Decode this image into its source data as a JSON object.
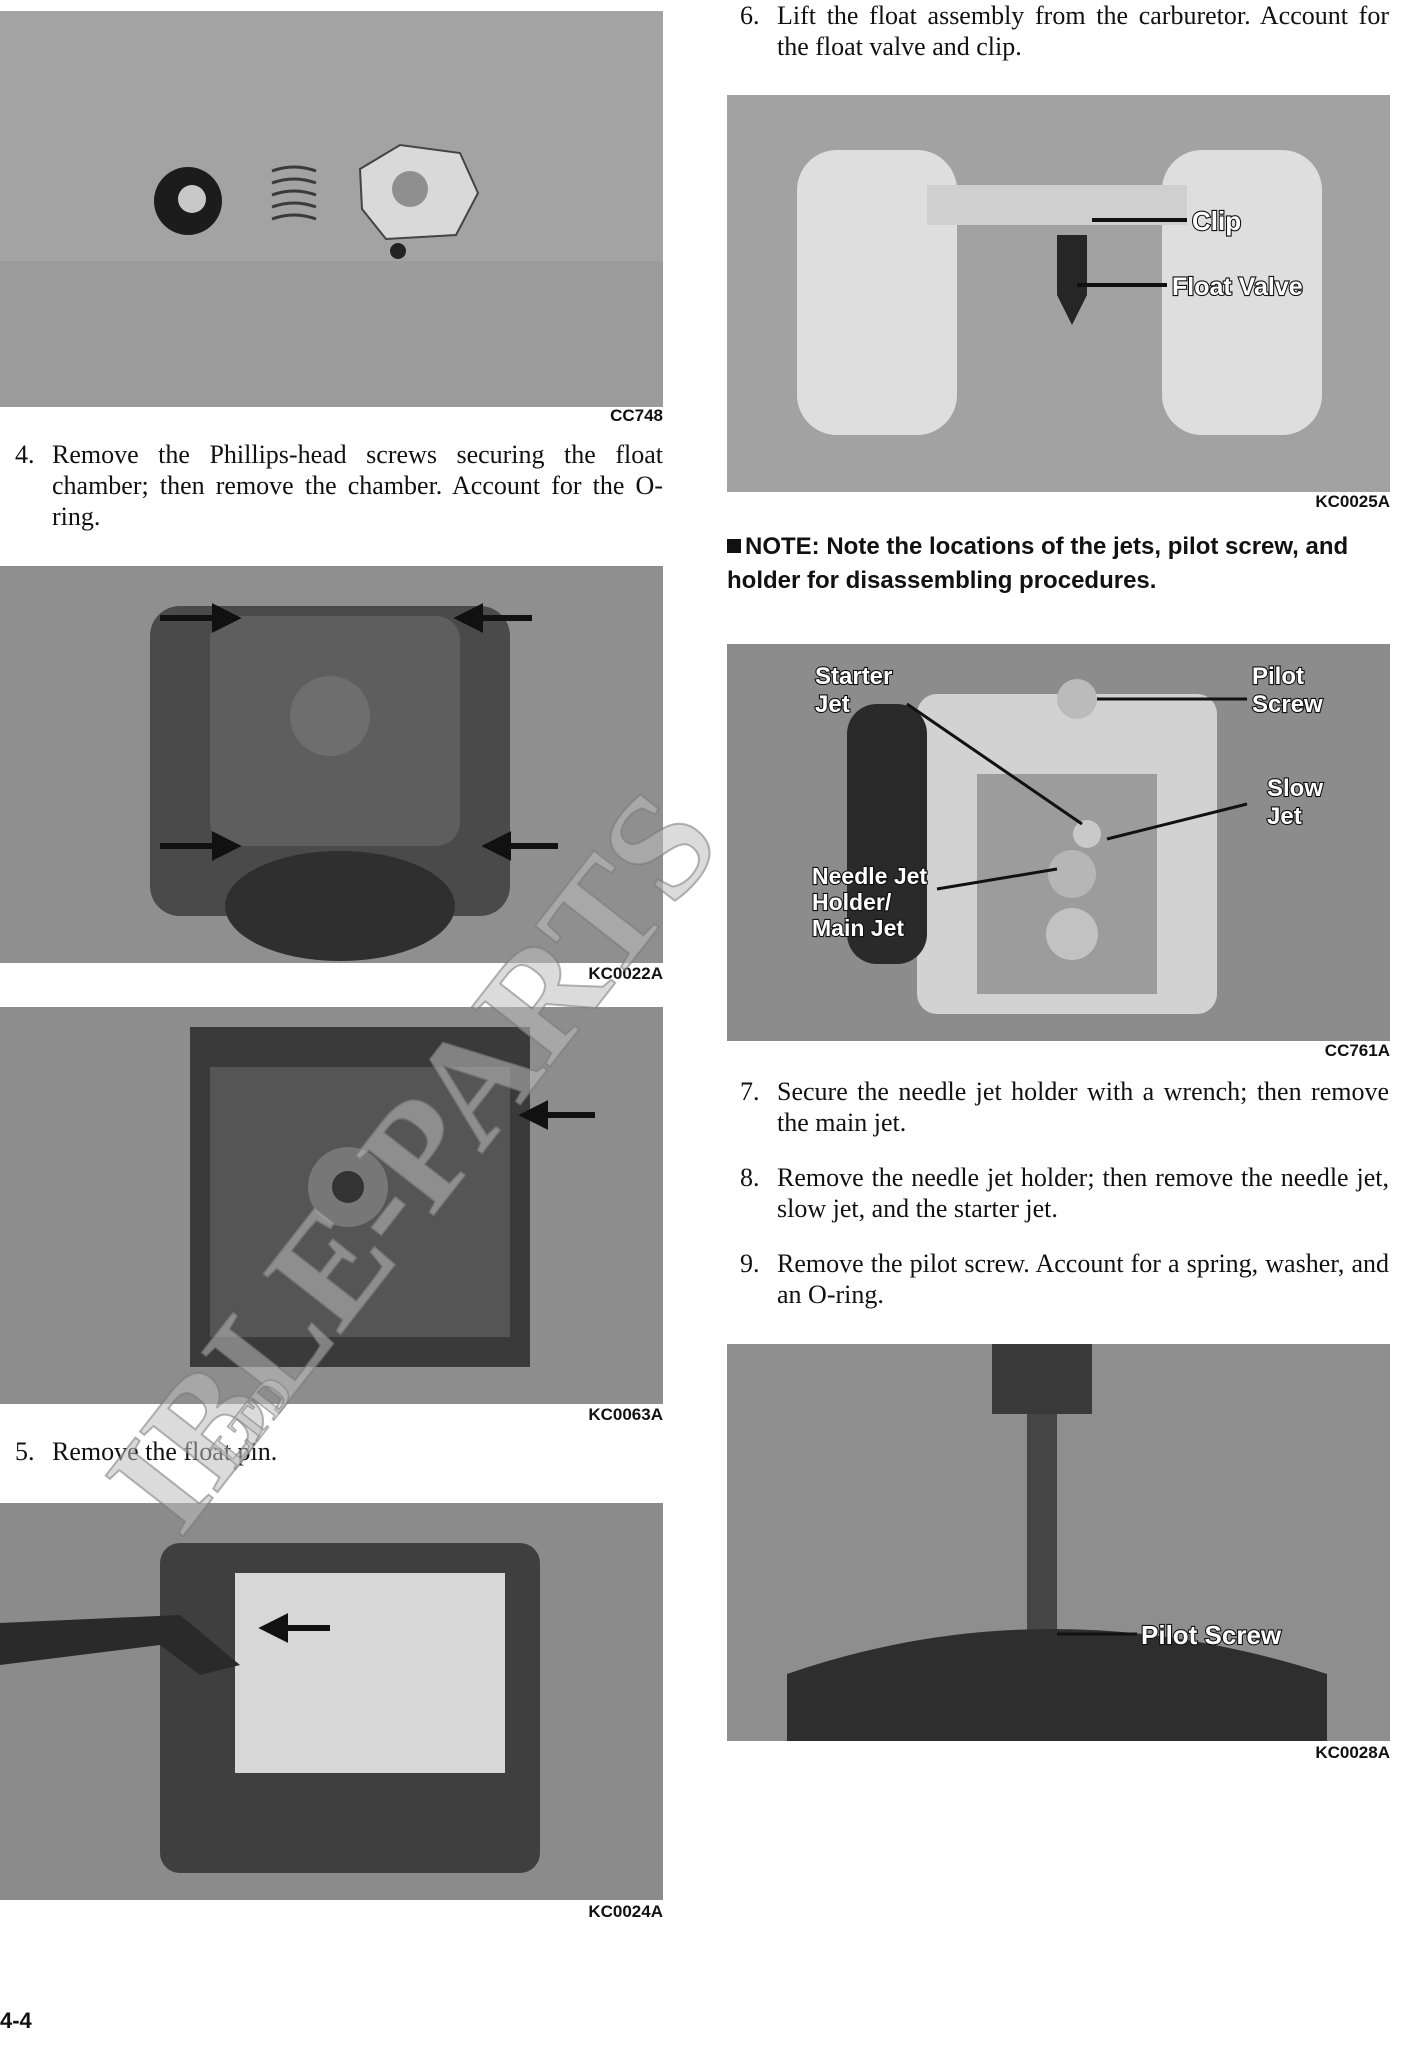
{
  "page_number": "4-4",
  "watermark": {
    "main": "IBLE-PARTS",
    "sub": "LTD"
  },
  "figures": {
    "cc748": {
      "caption": "CC748"
    },
    "kc0022a": {
      "caption": "KC0022A"
    },
    "kc0063a": {
      "caption": "KC0063A"
    },
    "kc0024a": {
      "caption": "KC0024A"
    },
    "kc0025a": {
      "caption": "KC0025A",
      "labels": {
        "clip": "Clip",
        "float_valve": "Float Valve"
      }
    },
    "cc761a": {
      "caption": "CC761A",
      "labels": {
        "starter_jet_1": "Starter",
        "starter_jet_2": "Jet",
        "pilot_screw_1": "Pilot",
        "pilot_screw_2": "Screw",
        "slow_jet_1": "Slow",
        "slow_jet_2": "Jet",
        "needle_1": "Needle Jet",
        "needle_2": "Holder/",
        "needle_3": "Main Jet"
      }
    },
    "kc0028a": {
      "caption": "KC0028A",
      "labels": {
        "pilot_screw": "Pilot Screw"
      }
    }
  },
  "steps": {
    "s4": {
      "num": "4.",
      "text": "Remove the Phillips-head screws securing the float chamber; then remove the chamber. Account for the O-ring."
    },
    "s5": {
      "num": "5.",
      "text": "Remove the float pin."
    },
    "s6": {
      "num": "6.",
      "text": "Lift the float assembly from the carburetor. Account for the float valve and clip."
    },
    "s7": {
      "num": "7.",
      "text": "Secure the needle jet holder with a wrench; then remove the main jet."
    },
    "s8": {
      "num": "8.",
      "text": "Remove the needle jet holder; then remove the needle jet, slow jet, and the starter jet."
    },
    "s9": {
      "num": "9.",
      "text": "Remove the pilot screw. Account for a spring, washer, and an O-ring."
    }
  },
  "note": {
    "text": "NOTE: Note the locations of the jets, pilot screw, and holder for disassembling procedures."
  },
  "colors": {
    "photo_bg": "#8a8a8a",
    "text": "#111111",
    "watermark": "#cfcfcf"
  }
}
